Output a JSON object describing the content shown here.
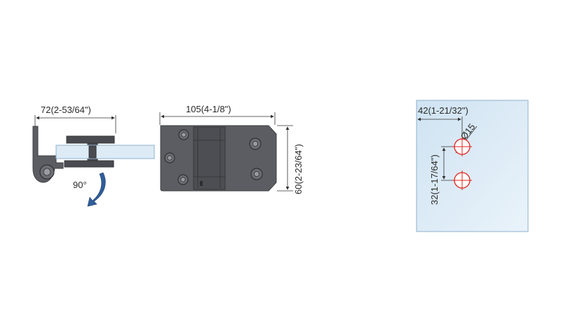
{
  "side_view": {
    "width_label": "72(2-53/64\")",
    "angle_label": "90°"
  },
  "front_view": {
    "width_label": "105(4-1/8\")",
    "height_label": "60(2-23/64\")"
  },
  "glass_view": {
    "edge_distance_label": "42(1-21/32\")",
    "hole_spacing_label": "32(1-17/64\")",
    "hole_diameter_label": "Ø15"
  },
  "colors": {
    "metal": "#5c5d62",
    "glass": "#dcebf6",
    "arrow": "#2f5d99",
    "hole_marker": "#e0231b"
  }
}
